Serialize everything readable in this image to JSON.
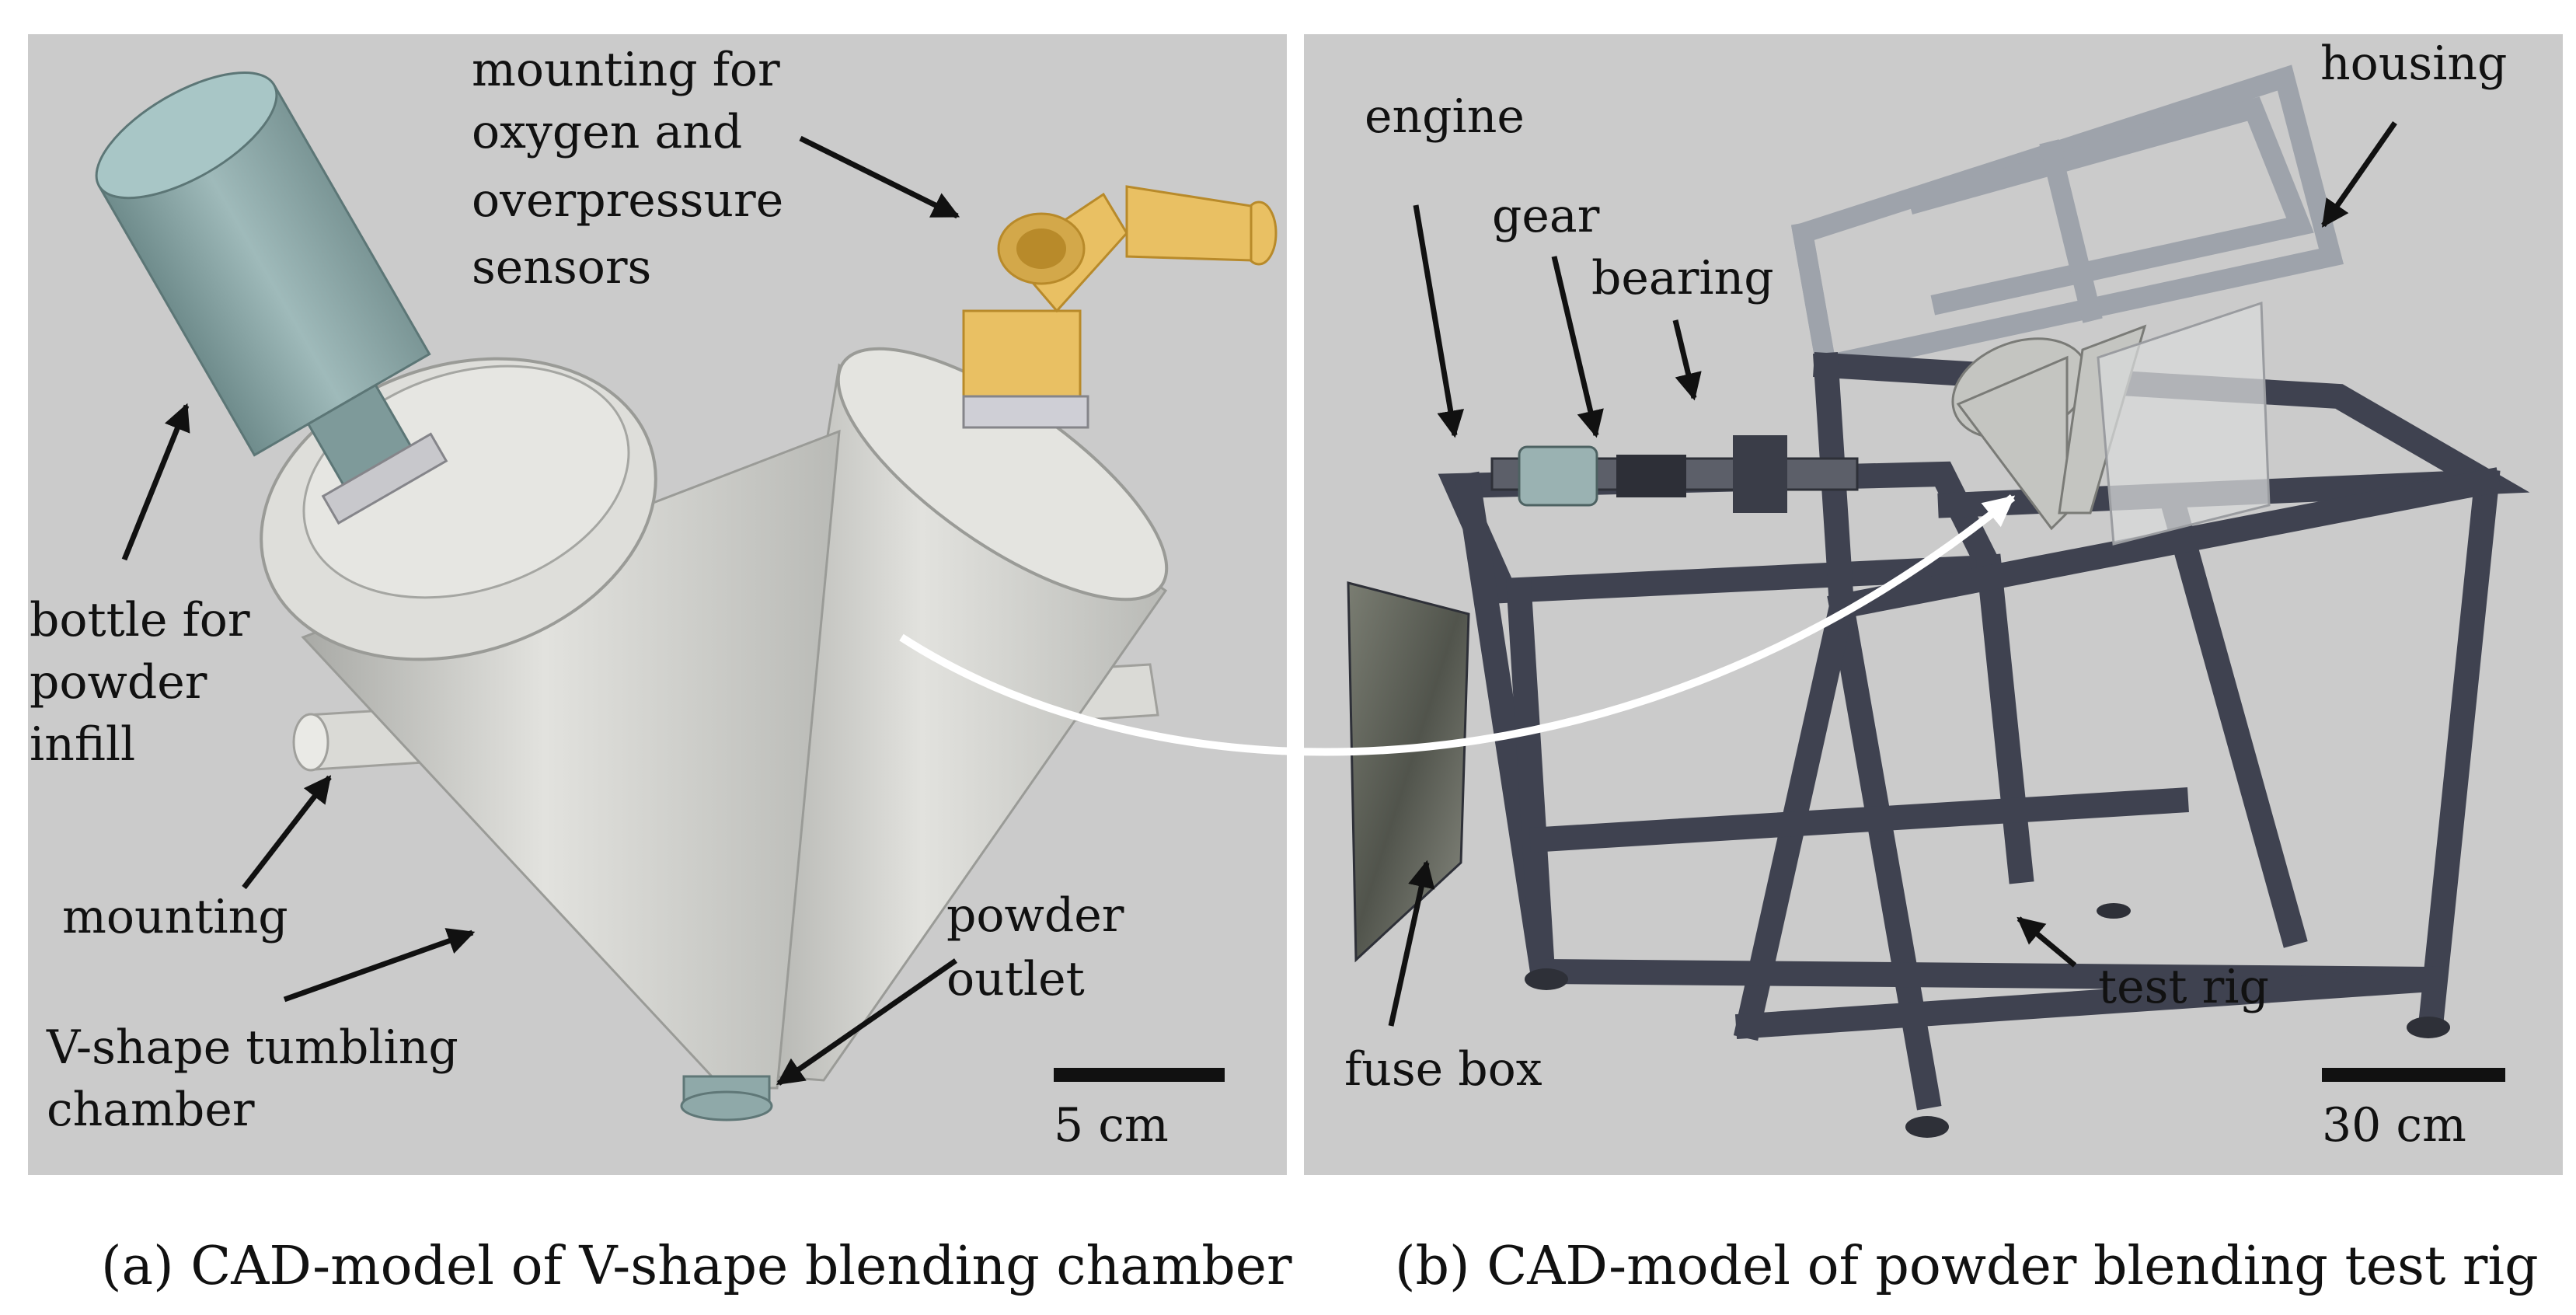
{
  "panel_a": {
    "labels": {
      "mounting_sensors": [
        "mounting for",
        "oxygen and",
        "overpressure",
        "sensors"
      ],
      "bottle": [
        "bottle for",
        "powder",
        "infill"
      ],
      "mounting": "mounting",
      "v_shape": [
        "V-shape tumbling",
        "chamber"
      ],
      "powder_outlet": [
        "powder",
        "outlet"
      ]
    },
    "scale": "5 cm",
    "caption": "(a) CAD-model of V-shape blending chamber"
  },
  "panel_b": {
    "labels": {
      "engine": "engine",
      "gear": "gear",
      "bearing": "bearing",
      "housing": "housing",
      "fuse_box": "fuse box",
      "test_rig": "test rig"
    },
    "scale": "30 cm",
    "caption": "(b) CAD-model of powder blending test rig"
  },
  "colors": {
    "panel_bg": "#cbcbcb",
    "chamber": "#d9d9d6",
    "bottle": "#93aeae",
    "sensor_mount": "#e9c063",
    "frame": "#3f4250",
    "housing": "#b9bec6",
    "fuse_box": "#5a5d54"
  }
}
